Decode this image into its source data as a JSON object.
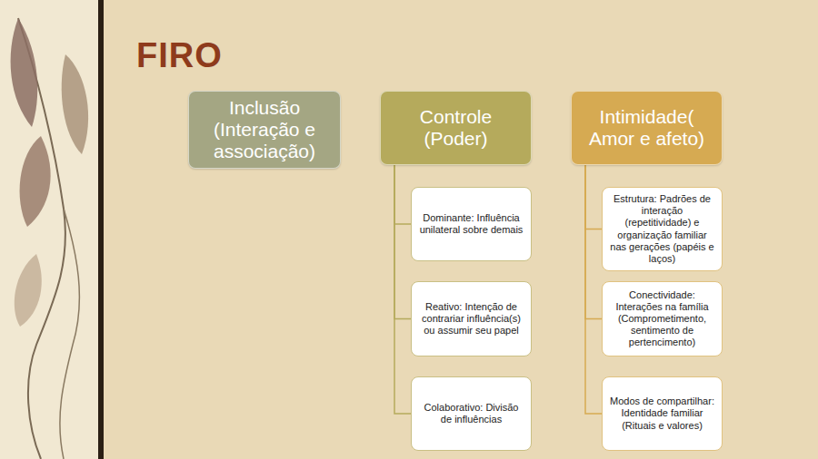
{
  "diagram": {
    "title": "FIRO",
    "nodes": [
      {
        "text": [
          "Inclusão (Interação e associação)"
        ]
      },
      {
        "text": [
          "Controle (Poder)"
        ]
      },
      {
        "text": [
          "Intimidade( Amor e afeto)"
        ]
      },
      {
        "text": [
          "Dominante: Influência unilateral sobre demais"
        ]
      },
      {
        "text": [
          "Reativo: Intenção de contrariar influência(s) ou assumir seu papel"
        ]
      },
      {
        "text": [
          "Colaborativo: Divisão de influências"
        ]
      },
      {
        "text": [
          "Estrutura: Padrões de interação (repetitividade) e organização familiar nas gerações (papéis e laços)"
        ]
      },
      {
        "text": [
          "Conectividade: Interações na família (Comprometimento, sentimento de pertencimento)"
        ]
      },
      {
        "text": [
          "Modos de compartilhar: Identidade familiar (Rituais e valores)"
        ]
      }
    ],
    "edges": [
      {
        "from": 1,
        "to": 3,
        "arrow": "none"
      },
      {
        "from": 1,
        "to": 4,
        "arrow": "none"
      },
      {
        "from": 1,
        "to": 5,
        "arrow": "none"
      },
      {
        "from": 2,
        "to": 6,
        "arrow": "none"
      },
      {
        "from": 2,
        "to": 7,
        "arrow": "none"
      },
      {
        "from": 2,
        "to": 8,
        "arrow": "none"
      }
    ]
  }
}
